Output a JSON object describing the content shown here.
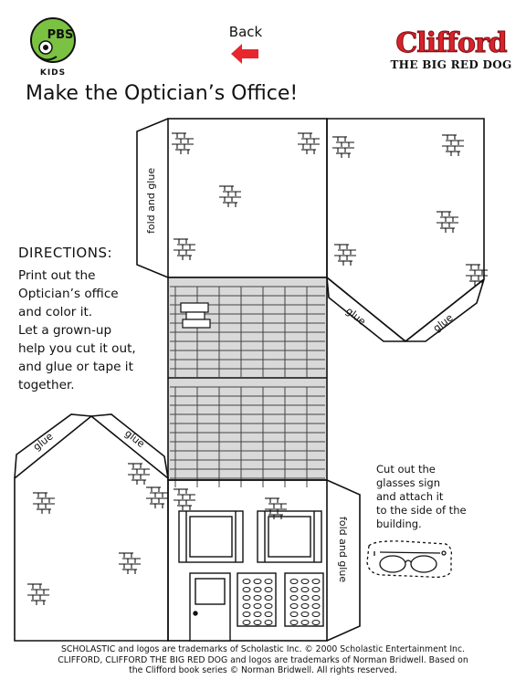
{
  "header": {
    "pbs_logo": {
      "top": "PBS",
      "bottom": "KIDS"
    },
    "back_label": "Back",
    "clifford_logo": {
      "title": "Clifford",
      "subtitle": "THE BIG RED DOG"
    }
  },
  "page_title": "Make the Optician’s Office!",
  "directions": {
    "title": "DIRECTIONS:",
    "lines": [
      "Print out the",
      "Optician’s office",
      "and color it.",
      "Let a grown-up",
      "help you cut it out,",
      "and glue or tape it",
      "together."
    ]
  },
  "cutout_labels": {
    "fold_and_glue_top": "fold and glue",
    "fold_and_glue_bottom": "fold and glue",
    "glue_right_left": "glue",
    "glue_right_right": "glue",
    "glue_left_left": "glue",
    "glue_left_right": "glue"
  },
  "glasses_note": {
    "lines": [
      "Cut out the",
      "glasses sign",
      "and attach it",
      "to the side of the",
      "building."
    ]
  },
  "footer": {
    "lines": [
      "SCHOLASTIC and logos are trademarks of Scholastic Inc. © 2000 Scholastic Entertainment Inc.",
      "CLIFFORD, CLIFFORD THE BIG RED DOG and logos are trademarks of Norman Bridwell. Based on",
      "the Clifford book series © Norman Bridwell. All rights reserved."
    ]
  },
  "colors": {
    "pbs_green": "#7bc242",
    "back_arrow": "#e8262d",
    "clifford_red": "#d8232a",
    "roof_gray": "#d9d9d9"
  }
}
